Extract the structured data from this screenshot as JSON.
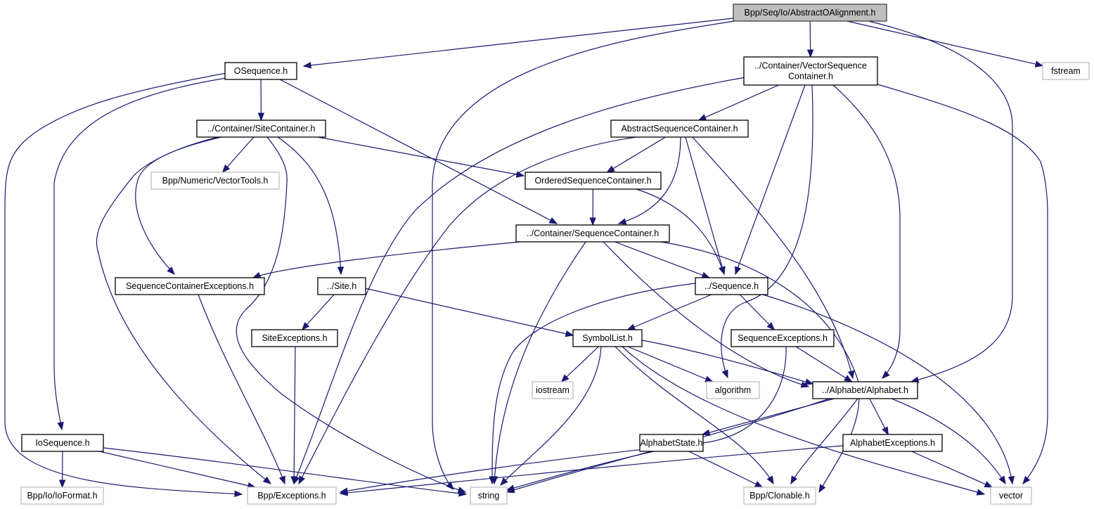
{
  "title": "Bpp/Seq/Io/AbstractOAlignment.h",
  "colors": {
    "edge": "#191970",
    "root_fill": "#bfbfbf",
    "local_border": "#000000",
    "external_border": "#bfbfbf"
  },
  "nodes": [
    {
      "id": "root",
      "label": [
        "Bpp/Seq/Io/AbstractOAlignment.h"
      ],
      "kind": "root"
    },
    {
      "id": "osequence",
      "label": [
        "OSequence.h"
      ],
      "kind": "local"
    },
    {
      "id": "vsc",
      "label": [
        "../Container/VectorSequence",
        "Container.h"
      ],
      "kind": "local"
    },
    {
      "id": "fstream",
      "label": [
        "fstream"
      ],
      "kind": "external"
    },
    {
      "id": "sitecontainer",
      "label": [
        "../Container/SiteContainer.h"
      ],
      "kind": "local"
    },
    {
      "id": "asc",
      "label": [
        "AbstractSequenceContainer.h"
      ],
      "kind": "local"
    },
    {
      "id": "vectortools",
      "label": [
        "Bpp/Numeric/VectorTools.h"
      ],
      "kind": "external"
    },
    {
      "id": "osc",
      "label": [
        "OrderedSequenceContainer.h"
      ],
      "kind": "local"
    },
    {
      "id": "seqcontainer",
      "label": [
        "../Container/SequenceContainer.h"
      ],
      "kind": "local"
    },
    {
      "id": "sce",
      "label": [
        "SequenceContainerExceptions.h"
      ],
      "kind": "local"
    },
    {
      "id": "site",
      "label": [
        "../Site.h"
      ],
      "kind": "local"
    },
    {
      "id": "sequence",
      "label": [
        "../Sequence.h"
      ],
      "kind": "local"
    },
    {
      "id": "siteexc",
      "label": [
        "SiteExceptions.h"
      ],
      "kind": "local"
    },
    {
      "id": "symbollist",
      "label": [
        "SymbolList.h"
      ],
      "kind": "local"
    },
    {
      "id": "seqexc",
      "label": [
        "SequenceExceptions.h"
      ],
      "kind": "local"
    },
    {
      "id": "iostream",
      "label": [
        "iostream"
      ],
      "kind": "external"
    },
    {
      "id": "algorithm",
      "label": [
        "algorithm"
      ],
      "kind": "external"
    },
    {
      "id": "alphabet",
      "label": [
        "../Alphabet/Alphabet.h"
      ],
      "kind": "local"
    },
    {
      "id": "iosequence",
      "label": [
        "IoSequence.h"
      ],
      "kind": "local"
    },
    {
      "id": "alphastate",
      "label": [
        "AlphabetState.h"
      ],
      "kind": "local"
    },
    {
      "id": "alphaexc",
      "label": [
        "AlphabetExceptions.h"
      ],
      "kind": "local"
    },
    {
      "id": "ioformat",
      "label": [
        "Bpp/Io/IoFormat.h"
      ],
      "kind": "external"
    },
    {
      "id": "exceptions",
      "label": [
        "Bpp/Exceptions.h"
      ],
      "kind": "external"
    },
    {
      "id": "string",
      "label": [
        "string"
      ],
      "kind": "external"
    },
    {
      "id": "clonable",
      "label": [
        "Bpp/Clonable.h"
      ],
      "kind": "external"
    },
    {
      "id": "vector",
      "label": [
        "vector"
      ],
      "kind": "external"
    }
  ],
  "edges": [
    {
      "from": "root",
      "to": "osequence"
    },
    {
      "from": "root",
      "to": "vsc"
    },
    {
      "from": "root",
      "to": "fstream"
    },
    {
      "from": "root",
      "to": "string"
    },
    {
      "from": "root",
      "to": "alphabet"
    },
    {
      "from": "osequence",
      "to": "sitecontainer"
    },
    {
      "from": "osequence",
      "to": "seqcontainer"
    },
    {
      "from": "osequence",
      "to": "iosequence"
    },
    {
      "from": "osequence",
      "to": "exceptions"
    },
    {
      "from": "vsc",
      "to": "asc"
    },
    {
      "from": "vsc",
      "to": "exceptions"
    },
    {
      "from": "vsc",
      "to": "sequence"
    },
    {
      "from": "vsc",
      "to": "algorithm"
    },
    {
      "from": "vsc",
      "to": "alphabet"
    },
    {
      "from": "vsc",
      "to": "vector"
    },
    {
      "from": "sitecontainer",
      "to": "vectortools"
    },
    {
      "from": "sitecontainer",
      "to": "osc"
    },
    {
      "from": "sitecontainer",
      "to": "sce"
    },
    {
      "from": "sitecontainer",
      "to": "site"
    },
    {
      "from": "sitecontainer",
      "to": "exceptions"
    },
    {
      "from": "sitecontainer",
      "to": "string"
    },
    {
      "from": "asc",
      "to": "osc"
    },
    {
      "from": "asc",
      "to": "seqcontainer"
    },
    {
      "from": "asc",
      "to": "sequence"
    },
    {
      "from": "asc",
      "to": "exceptions"
    },
    {
      "from": "asc",
      "to": "alphabet"
    },
    {
      "from": "osc",
      "to": "seqcontainer"
    },
    {
      "from": "osc",
      "to": "sequence"
    },
    {
      "from": "seqcontainer",
      "to": "sce"
    },
    {
      "from": "seqcontainer",
      "to": "sequence"
    },
    {
      "from": "seqcontainer",
      "to": "string"
    },
    {
      "from": "seqcontainer",
      "to": "alphabet"
    },
    {
      "from": "seqcontainer",
      "to": "clonable"
    },
    {
      "from": "sce",
      "to": "exceptions"
    },
    {
      "from": "site",
      "to": "siteexc"
    },
    {
      "from": "site",
      "to": "symbollist"
    },
    {
      "from": "siteexc",
      "to": "exceptions"
    },
    {
      "from": "sequence",
      "to": "symbollist"
    },
    {
      "from": "sequence",
      "to": "seqexc"
    },
    {
      "from": "sequence",
      "to": "string"
    },
    {
      "from": "sequence",
      "to": "vector"
    },
    {
      "from": "symbollist",
      "to": "iostream"
    },
    {
      "from": "symbollist",
      "to": "algorithm"
    },
    {
      "from": "symbollist",
      "to": "alphabet"
    },
    {
      "from": "symbollist",
      "to": "string"
    },
    {
      "from": "symbollist",
      "to": "clonable"
    },
    {
      "from": "symbollist",
      "to": "vector"
    },
    {
      "from": "seqexc",
      "to": "alphabet"
    },
    {
      "from": "seqexc",
      "to": "exceptions"
    },
    {
      "from": "alphabet",
      "to": "alphastate"
    },
    {
      "from": "alphabet",
      "to": "alphaexc"
    },
    {
      "from": "alphabet",
      "to": "clonable"
    },
    {
      "from": "alphabet",
      "to": "vector"
    },
    {
      "from": "alphabet",
      "to": "string"
    },
    {
      "from": "iosequence",
      "to": "ioformat"
    },
    {
      "from": "iosequence",
      "to": "exceptions"
    },
    {
      "from": "iosequence",
      "to": "string"
    },
    {
      "from": "alphastate",
      "to": "clonable"
    },
    {
      "from": "alphastate",
      "to": "string"
    },
    {
      "from": "alphaexc",
      "to": "exceptions"
    },
    {
      "from": "alphaexc",
      "to": "vector"
    }
  ]
}
